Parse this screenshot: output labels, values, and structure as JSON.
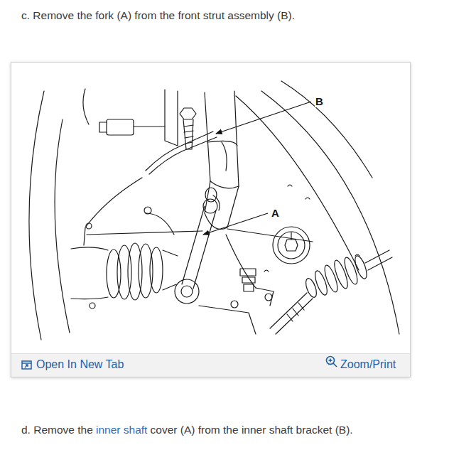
{
  "diagram": {
    "labels": [
      "c. Remove the fork (A) from the front strut assembly (B).",
      "B",
      "A",
      "Open In New Tab",
      "Zoom/Print",
      "d. Remove the",
      "inner shaft",
      "cover (A) from the inner shaft bracket (B)."
    ]
  }
}
